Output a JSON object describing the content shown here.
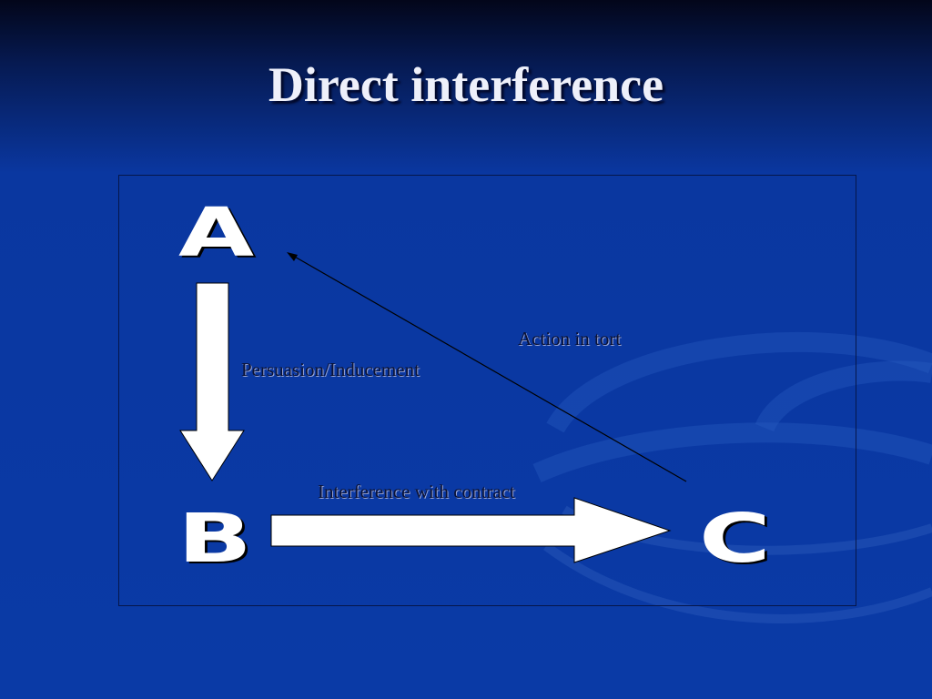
{
  "slide": {
    "title": "Direct interference"
  },
  "diagram": {
    "nodes": {
      "a": "A",
      "b": "B",
      "c": "C"
    },
    "labels": {
      "persuasion": "Persuasion/Inducement",
      "interference": "Interference with contract",
      "action": "Action in tort"
    }
  },
  "colors": {
    "background": "#0a37a0",
    "title": "#eef0fa",
    "arrow_fill": "#ffffff",
    "label_text": "#0b1336"
  }
}
